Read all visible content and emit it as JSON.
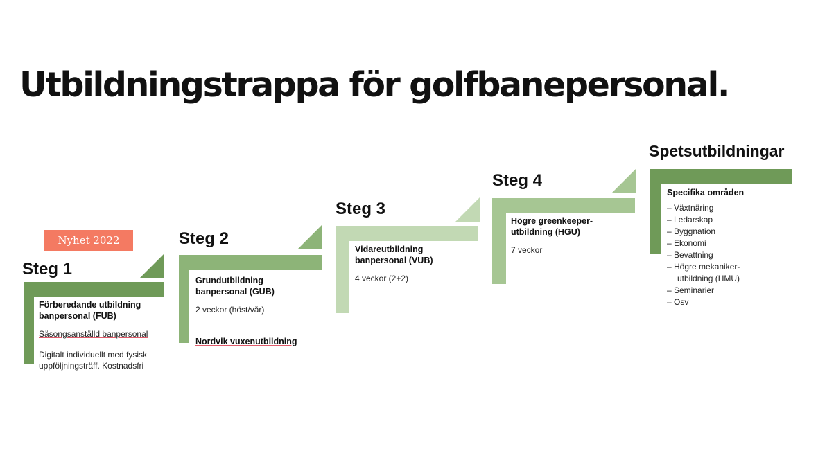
{
  "title": "Utbildningstrappa för golfbanepersonal.",
  "badge": "Nyhet 2022",
  "colors": {
    "step1": "#6f9a58",
    "step2": "#8db478",
    "step3": "#c2d9b4",
    "step4": "#a6c693",
    "spets": "#6f9a58",
    "badge": "#f47a62"
  },
  "steps": [
    {
      "label": "Steg 1",
      "heading": "Förberedande utbildning banpersonal (FUB)",
      "lines": [
        "Säsongsanställd banpersonal",
        "Digitalt individuellt med fysisk uppföljningsträff. Kostnadsfri"
      ]
    },
    {
      "label": "Steg 2",
      "heading": "Grundutbildning banpersonal (GUB)",
      "lines": [
        "2 veckor (höst/vår)"
      ],
      "footer": "Nordvik vuxenutbildning"
    },
    {
      "label": "Steg 3",
      "heading": "Vidareutbildning banpersonal (VUB)",
      "lines": [
        "4 veckor (2+2)"
      ]
    },
    {
      "label": "Steg 4",
      "heading": "Högre greenkeeper-utbildning (HGU)",
      "lines": [
        "7 veckor"
      ]
    }
  ],
  "spets": {
    "label": "Spetsutbildningar",
    "heading": "Specifika områden",
    "items": [
      "– Växtnäring",
      "– Ledarskap",
      "– Byggnation",
      "– Ekonomi",
      "– Bevattning",
      "– Högre mekaniker-",
      "utbildning (HMU)",
      "– Seminarier",
      "– Osv"
    ]
  }
}
